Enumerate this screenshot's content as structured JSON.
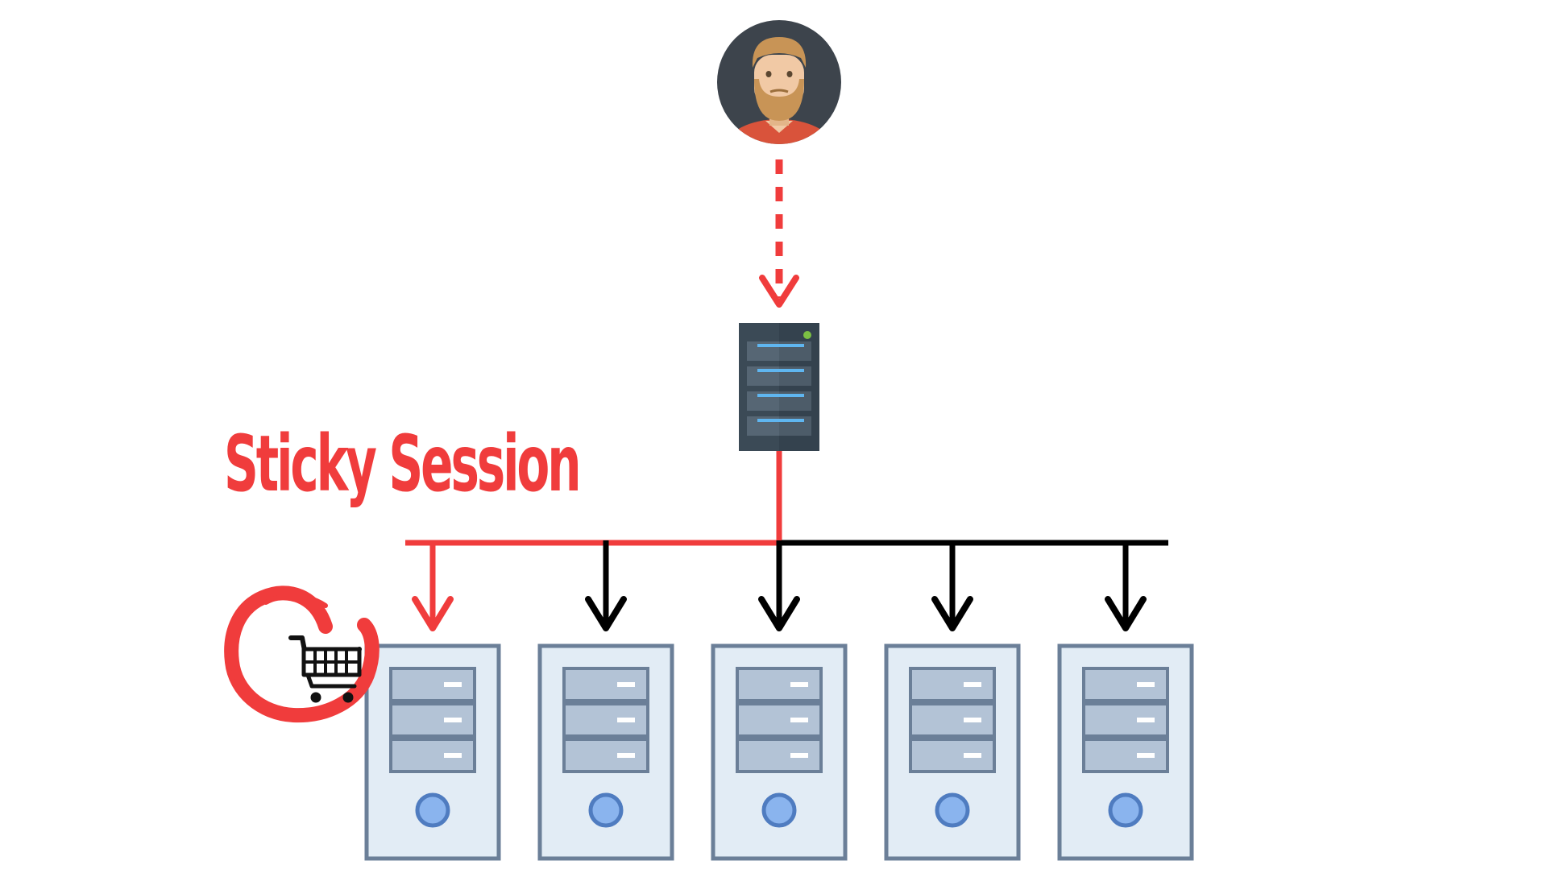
{
  "title": "Sticky Session",
  "colors": {
    "accent": "#f03c3c",
    "line_default": "#000000",
    "server_fill": "#e2ecf5",
    "server_stroke": "#6b7f98",
    "drive_fill": "#b3c3d6",
    "button_fill": "#8ab4ee",
    "button_stroke": "#4f7cc0",
    "load_balancer": "#3b4a56",
    "load_balancer_light": "#5fb6f0",
    "status_led": "#7bc043"
  },
  "nodes": {
    "user": {
      "icon": "bearded-user-avatar-icon"
    },
    "load_balancer": {
      "icon": "rack-server-icon"
    },
    "session_store": {
      "icon": "shopping-cart-icon"
    }
  },
  "backend_servers": [
    {
      "id": "server-1",
      "sticky": true
    },
    {
      "id": "server-2",
      "sticky": false
    },
    {
      "id": "server-3",
      "sticky": false
    },
    {
      "id": "server-4",
      "sticky": false
    },
    {
      "id": "server-5",
      "sticky": false
    }
  ],
  "edges": [
    {
      "from": "user",
      "to": "load_balancer",
      "style": "dashed",
      "color": "accent"
    },
    {
      "from": "load_balancer",
      "to": "server-1",
      "style": "solid",
      "color": "accent"
    },
    {
      "from": "load_balancer",
      "to": "server-2",
      "style": "solid",
      "color": "line_default"
    },
    {
      "from": "load_balancer",
      "to": "server-3",
      "style": "solid",
      "color": "line_default"
    },
    {
      "from": "load_balancer",
      "to": "server-4",
      "style": "solid",
      "color": "line_default"
    },
    {
      "from": "load_balancer",
      "to": "server-5",
      "style": "solid",
      "color": "line_default"
    }
  ]
}
